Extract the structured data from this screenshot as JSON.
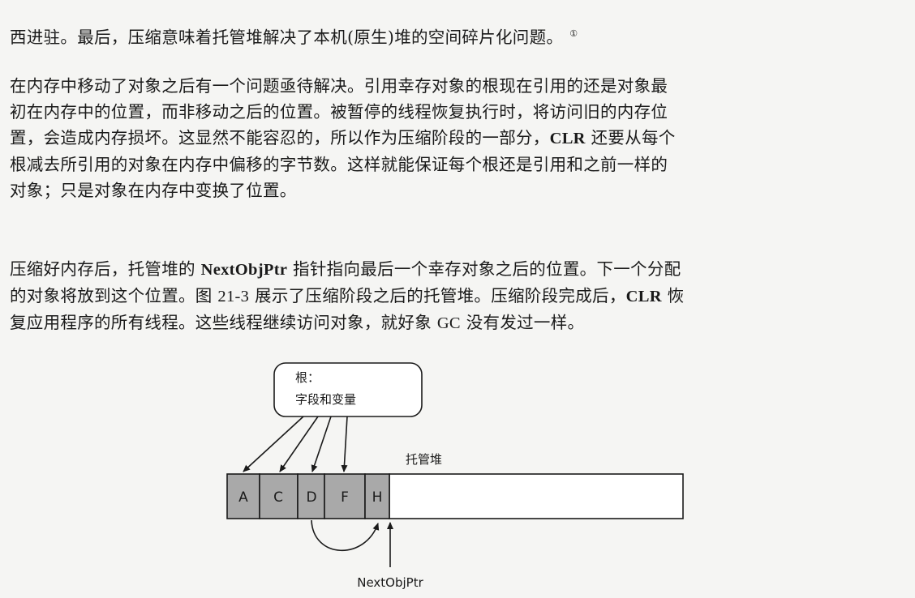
{
  "paragraph1": {
    "text": "西进驻。最后，压缩意味着托管堆解决了本机(原生)堆的空间碎片化问题。",
    "footnote_marker": "①"
  },
  "paragraph2": {
    "line1": "在内存中移动了对象之后有一个问题亟待解决。引用幸存对象的根现在引用的还是对象最",
    "line2": "初在内存中的位置，而非移动之后的位置。被暂停的线程恢复执行时，将访问旧的内存位",
    "line3_a": "置，会造成内存损坏。这显然不能容忍的，所以作为压缩阶段的一部分，",
    "line3_b": "CLR",
    "line3_c": " 还要从每个",
    "line4": "根减去所引用的对象在内存中偏移的字节数。这样就能保证每个根还是引用和之前一样的",
    "line5": "对象；只是对象在内存中变换了位置。"
  },
  "paragraph3": {
    "line1_a": "压缩好内存后，托管堆的 ",
    "line1_b": "NextObjPtr",
    "line1_c": " 指针指向最后一个幸存对象之后的位置。下一个分配",
    "line2_a": "的对象将放到这个位置。图 ",
    "line2_b": "21-3",
    "line2_c": " 展示了压缩阶段之后的托管堆。压缩阶段完成后，",
    "line2_d": "CLR",
    "line2_e": " 恢",
    "line3_a": "复应用程序的所有线程。这些线程继续访问对象，就好象 ",
    "line3_b": "GC",
    "line3_c": " 没有发过一样。"
  },
  "figure": {
    "roots_label_line1": "根：",
    "roots_label_line2": "字段和变量",
    "heap_label": "托管堆",
    "pointer_label": "NextObjPtr",
    "objects": [
      "A",
      "C",
      "D",
      "F",
      "H"
    ],
    "colors": {
      "object_fill": "#a9a9a9",
      "stroke": "#1a1a1a",
      "heap_fill": "#ffffff"
    }
  }
}
